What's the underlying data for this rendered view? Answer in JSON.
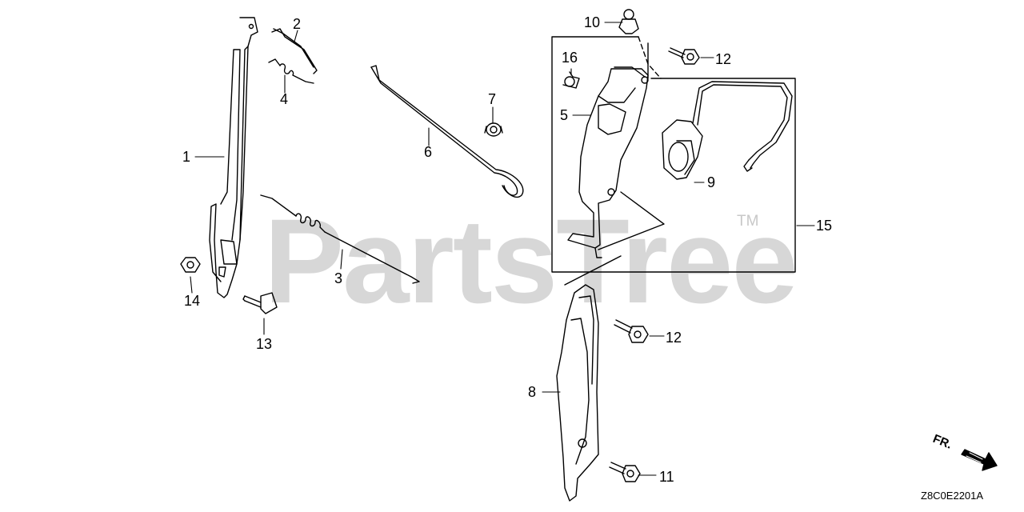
{
  "watermark": {
    "brand": "PartsTree",
    "trademark": "TM"
  },
  "diagram_code": "Z8C0E2201A",
  "front_indicator": {
    "label": "FR.",
    "icon": "arrow-right-down-icon"
  },
  "callouts": [
    {
      "id": "c1",
      "label": "1"
    },
    {
      "id": "c2",
      "label": "2"
    },
    {
      "id": "c3",
      "label": "3"
    },
    {
      "id": "c4",
      "label": "4"
    },
    {
      "id": "c5",
      "label": "5"
    },
    {
      "id": "c6",
      "label": "6"
    },
    {
      "id": "c7",
      "label": "7"
    },
    {
      "id": "c8",
      "label": "8"
    },
    {
      "id": "c9",
      "label": "9"
    },
    {
      "id": "c10",
      "label": "10"
    },
    {
      "id": "c11",
      "label": "11"
    },
    {
      "id": "c12a",
      "label": "12"
    },
    {
      "id": "c12b",
      "label": "12"
    },
    {
      "id": "c13",
      "label": "13"
    },
    {
      "id": "c14",
      "label": "14"
    },
    {
      "id": "c15",
      "label": "15"
    },
    {
      "id": "c16",
      "label": "16"
    }
  ]
}
